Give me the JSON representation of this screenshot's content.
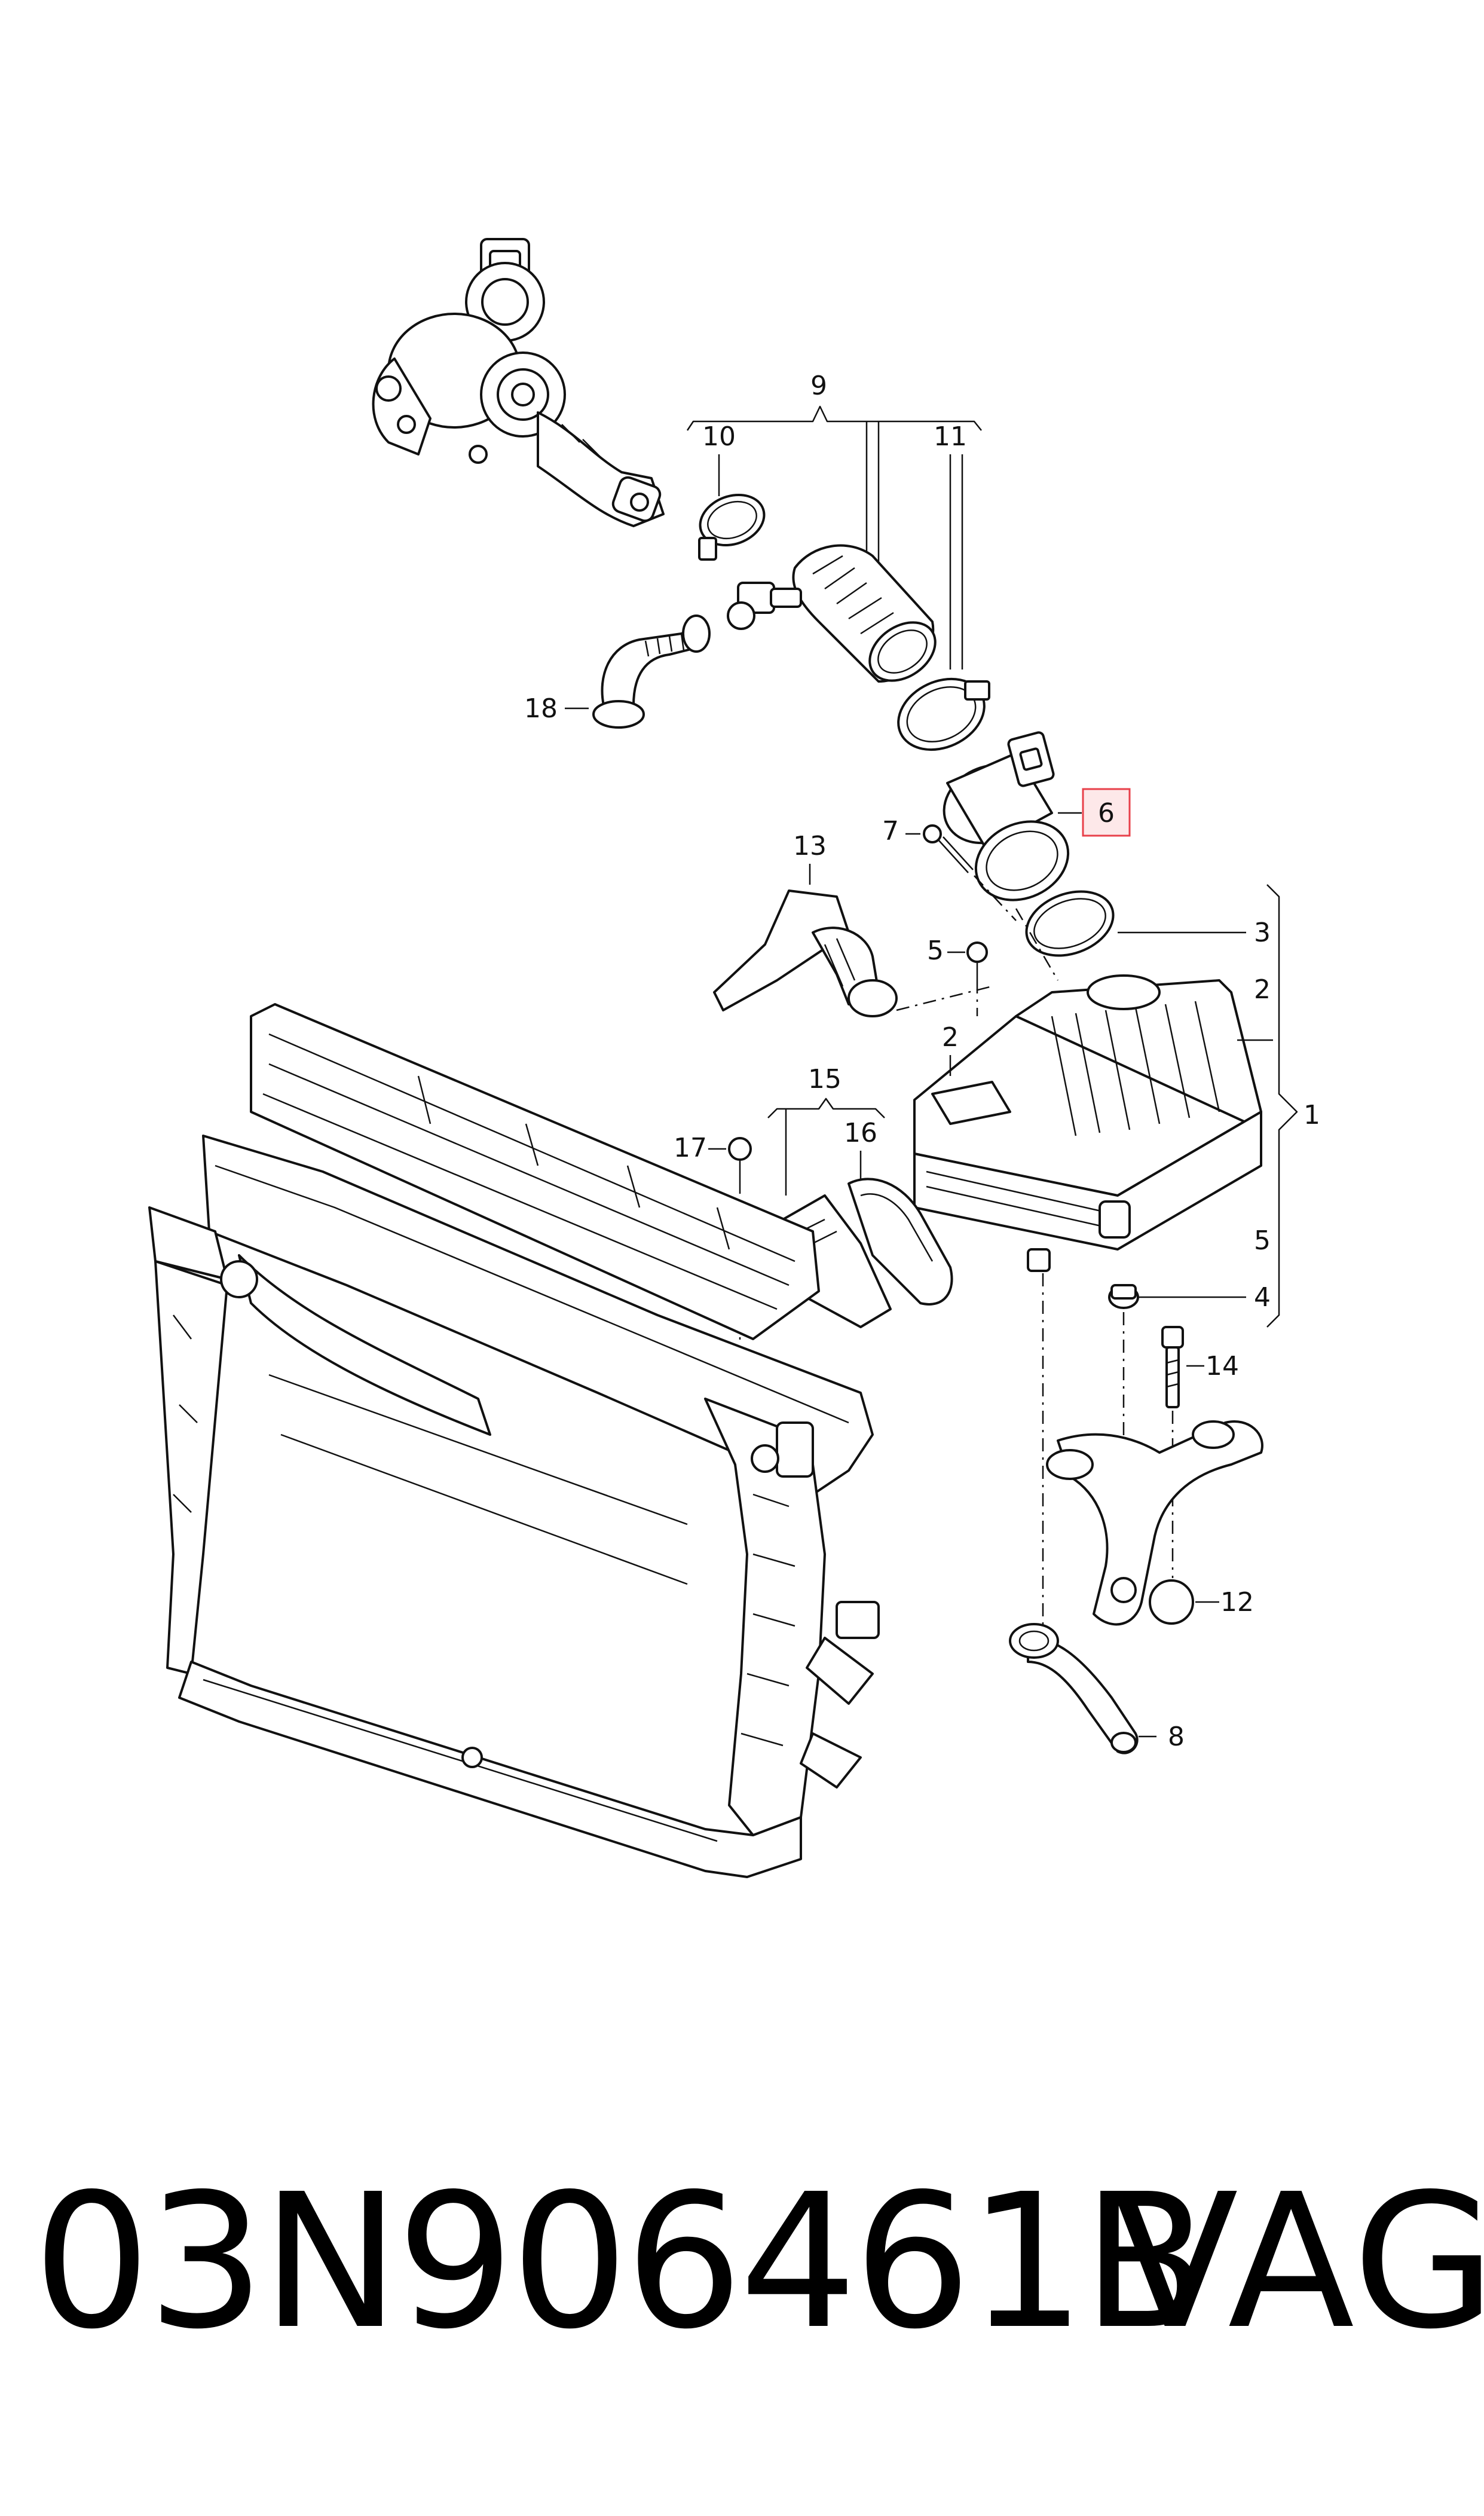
{
  "callouts": {
    "c1": "1",
    "c2a": "2",
    "c2b": "2",
    "c3": "3",
    "c4": "4",
    "c5a": "5",
    "c5b": "5",
    "c6": "6",
    "c7": "7",
    "c8": "8",
    "c9": "9",
    "c10": "10",
    "c11": "11",
    "c12": "12",
    "c13": "13",
    "c14": "14",
    "c15": "15",
    "c16": "16",
    "c17": "17",
    "c18": "18"
  },
  "highlight_color": "#e8404a",
  "footer": {
    "part_number": "03N906461B",
    "brand": "VAG"
  }
}
